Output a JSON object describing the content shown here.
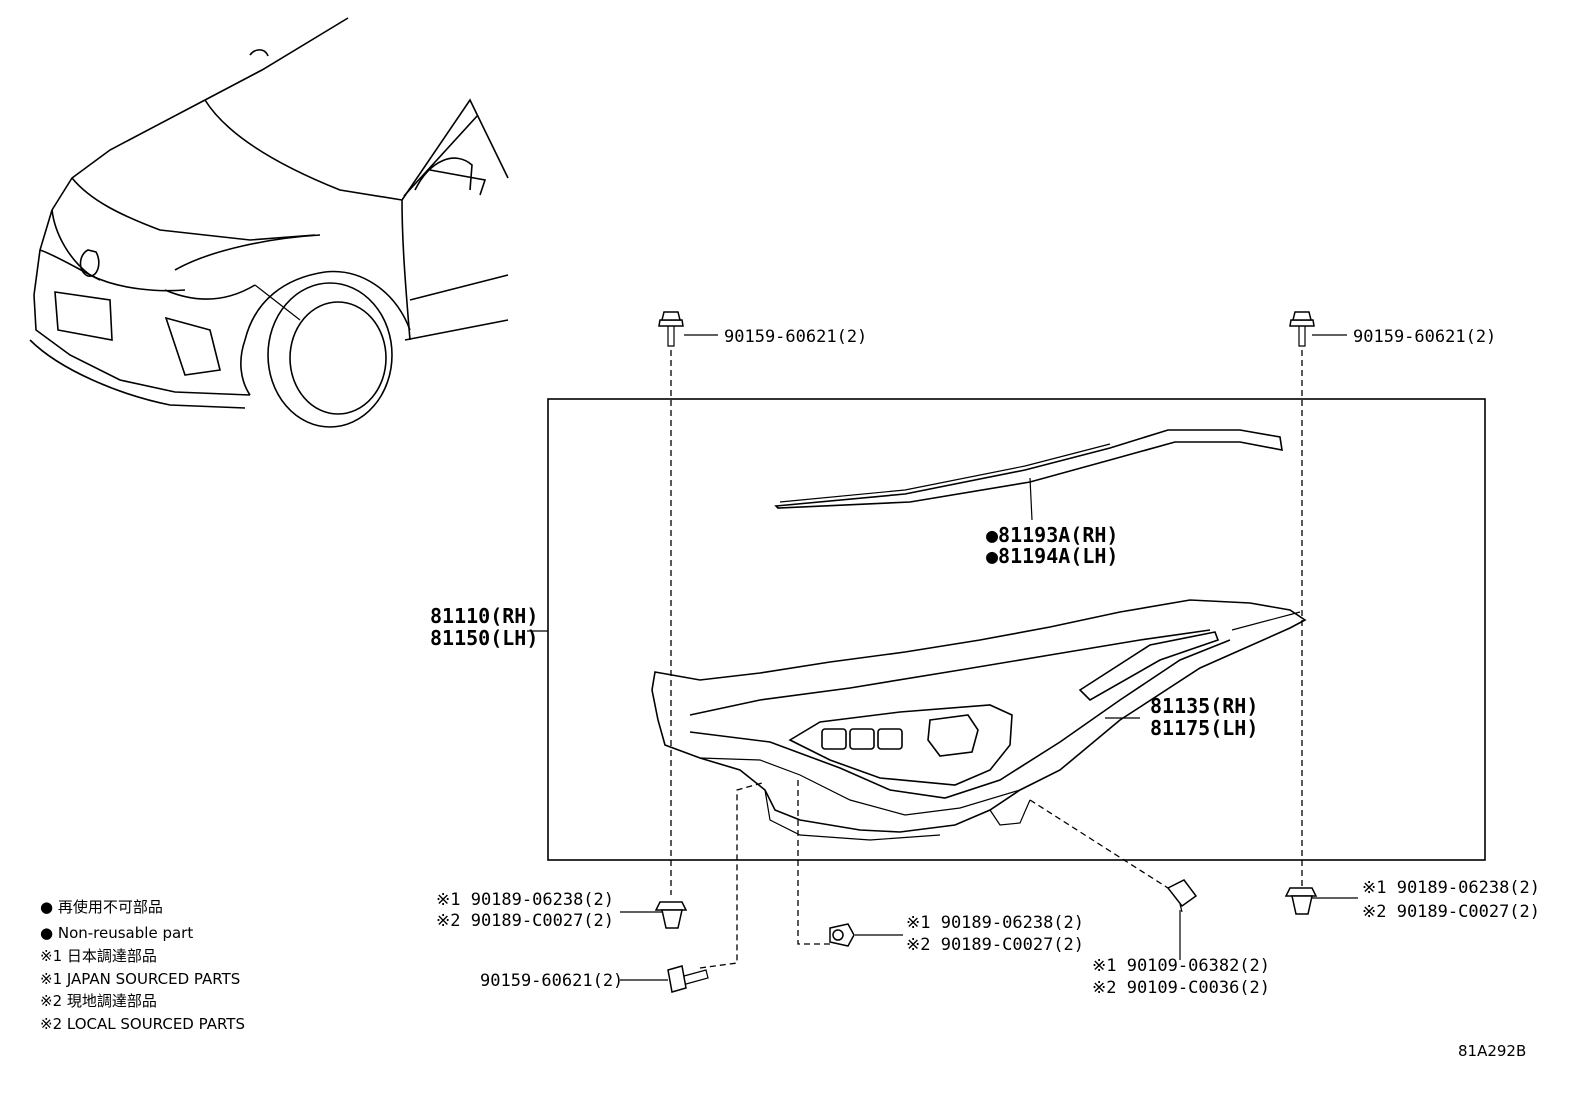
{
  "callouts": {
    "bolt_top_left": "90159-60621(2)",
    "bolt_top_right": "90159-60621(2)",
    "molding_rh": "●81193A(RH)",
    "molding_lh": "●81194A(LH)",
    "headlamp_rh": "81110(RH)",
    "headlamp_lh": "81150(LH)",
    "unit_rh": "81135(RH)",
    "unit_lh": "81175(LH)",
    "clip_left_1": "※1 90189-06238(2)",
    "clip_left_2": "※2 90189-C0027(2)",
    "clip_center_1": "※1 90189-06238(2)",
    "clip_center_2": "※2 90189-C0027(2)",
    "clip_right_1": "※1 90189-06238(2)",
    "clip_right_2": "※2 90189-C0027(2)",
    "screw_center_1": "※1 90109-06382(2)",
    "screw_center_2": "※2 90109-C0036(2)",
    "bolt_bottom": "90159-60621(2)"
  },
  "legend": {
    "non_reusable_ja": "● 再使用不可部品",
    "non_reusable_en": "● Non-reusable part",
    "japan_ja": "※1 日本調達部品",
    "japan_en": "※1 JAPAN SOURCED PARTS",
    "local_ja": "※2 現地調達部品",
    "local_en": "※2 LOCAL SOURCED PARTS"
  },
  "figure_id": "81A292B"
}
